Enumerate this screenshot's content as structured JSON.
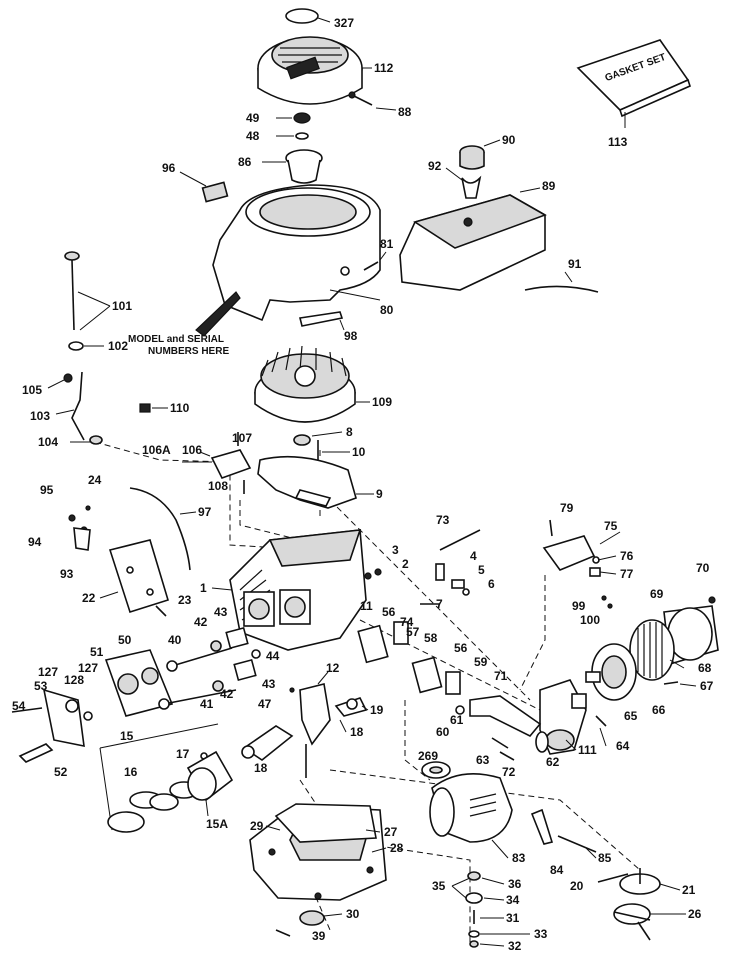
{
  "callouts": {
    "c327": "327",
    "c112": "112",
    "c88": "88",
    "c49": "49",
    "c48": "48",
    "c86": "86",
    "c96": "96",
    "c113": "113",
    "c90": "90",
    "c92": "92",
    "c89": "89",
    "c81": "81",
    "c91": "91",
    "c80": "80",
    "c101": "101",
    "c102": "102",
    "c98": "98",
    "c105": "105",
    "c103": "103",
    "c109": "109",
    "c110": "110",
    "c104": "104",
    "c107": "107",
    "c8": "8",
    "c106a": "106A",
    "c10": "10",
    "c106": "106",
    "c108": "108",
    "c9": "9",
    "c95": "95",
    "c24": "24",
    "c97": "97",
    "c94": "94",
    "c93": "93",
    "c22": "22",
    "c23": "23",
    "c1": "1",
    "c3": "3",
    "c2": "2",
    "c73": "73",
    "c4": "4",
    "c5": "5",
    "c6": "6",
    "c7": "7",
    "c79": "79",
    "c75": "75",
    "c76": "76",
    "c77": "77",
    "c70": "70",
    "c69": "69",
    "c99": "99",
    "c100": "100",
    "c43a": "43",
    "c42a": "42",
    "c40": "40",
    "c50": "50",
    "c51": "51",
    "c11": "11",
    "c56a": "56",
    "c74": "74",
    "c57": "57",
    "c58": "58",
    "c56b": "56",
    "c59": "59",
    "c44": "44",
    "c12": "12",
    "c127a": "127",
    "c127b": "127",
    "c128": "128",
    "c53": "53",
    "c54": "54",
    "c52": "52",
    "c43b": "43",
    "c42b": "42",
    "c41": "41",
    "c47": "47",
    "c19": "19",
    "c18a": "18",
    "c71": "71",
    "c61": "61",
    "c60": "60",
    "c68": "68",
    "c67": "67",
    "c65": "65",
    "c66": "66",
    "c64": "64",
    "c111": "111",
    "c62": "62",
    "c63": "63",
    "c72": "72",
    "c269": "269",
    "c15": "15",
    "c17": "17",
    "c16": "16",
    "c15a": "15A",
    "c18b": "18",
    "c29": "29",
    "c27": "27",
    "c28": "28",
    "c83": "83",
    "c84": "84",
    "c85": "85",
    "c35": "35",
    "c36": "36",
    "c34": "34",
    "c31": "31",
    "c33": "33",
    "c32": "32",
    "c30": "30",
    "c39": "39",
    "c20": "20",
    "c21": "21",
    "c26": "26"
  },
  "annotations": {
    "model_serial_line1": "MODEL and SERIAL",
    "model_serial_line2": "NUMBERS HERE",
    "gasket_set_label": "GASKET SET"
  }
}
